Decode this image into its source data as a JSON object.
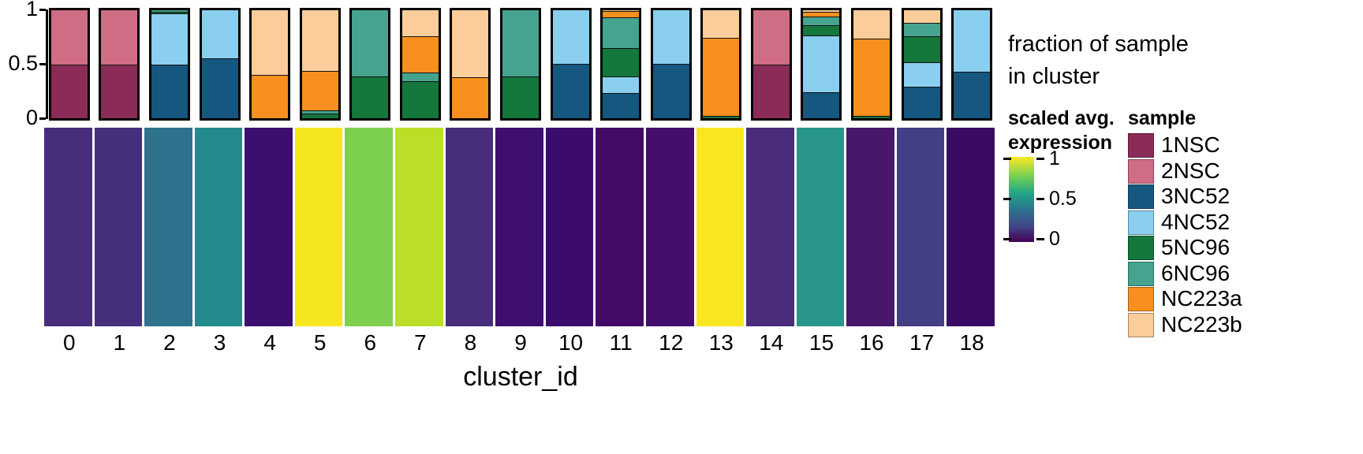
{
  "chart_data": {
    "type": "bar",
    "title": "",
    "subtitle": "",
    "xlabel": "cluster_id",
    "ylabel": "fraction of sample in cluster",
    "ylim": [
      0,
      1
    ],
    "grid": false,
    "legend_position": "right",
    "categories": [
      "0",
      "1",
      "2",
      "3",
      "4",
      "5",
      "6",
      "7",
      "8",
      "9",
      "10",
      "11",
      "12",
      "13",
      "14",
      "15",
      "16",
      "17",
      "18"
    ],
    "series": [
      {
        "name": "1NSC",
        "color": "#8B2C58",
        "values": [
          0.49,
          0.49,
          0.0,
          0.0,
          0.0,
          0.0,
          0.0,
          0.0,
          0.0,
          0.0,
          0.0,
          0.0,
          0.0,
          0.0,
          0.49,
          0.0,
          0.0,
          0.0,
          0.0
        ]
      },
      {
        "name": "2NSC",
        "color": "#CE6D84",
        "values": [
          0.51,
          0.51,
          0.0,
          0.0,
          0.0,
          0.0,
          0.0,
          0.0,
          0.0,
          0.0,
          0.0,
          0.0,
          0.0,
          0.0,
          0.51,
          0.0,
          0.0,
          0.0,
          0.0
        ]
      },
      {
        "name": "3NC52",
        "color": "#15577F",
        "values": [
          0.0,
          0.0,
          0.5,
          0.555,
          0.0,
          0.0,
          0.0,
          0.0,
          0.0,
          0.0,
          0.5,
          0.235,
          0.5,
          0.0,
          0.0,
          0.245,
          0.0,
          0.255,
          0.43
        ]
      },
      {
        "name": "4NC52",
        "color": "#8ACFEF",
        "values": [
          0.0,
          0.0,
          0.475,
          0.445,
          0.0,
          0.0,
          0.0,
          0.0,
          0.0,
          0.0,
          0.5,
          0.155,
          0.5,
          0.0,
          0.0,
          0.535,
          0.0,
          0.195,
          0.57
        ]
      },
      {
        "name": "5NC96",
        "color": "#14773C",
        "values": [
          0.0,
          0.0,
          0.008,
          0.0,
          0.0,
          0.035,
          0.375,
          0.345,
          0.0,
          0.385,
          0.0,
          0.26,
          0.0,
          0.015,
          0.0,
          0.095,
          0.015,
          0.205,
          0.0
        ]
      },
      {
        "name": "6NC96",
        "color": "#45A390",
        "values": [
          0.0,
          0.0,
          0.013,
          0.0,
          0.0,
          0.025,
          0.615,
          0.075,
          0.0,
          0.615,
          0.0,
          0.29,
          0.0,
          0.0,
          0.0,
          0.075,
          0.0,
          0.105,
          0.0
        ]
      },
      {
        "name": "NC223a",
        "color": "#F7901E",
        "values": [
          0.0,
          0.0,
          0.0,
          0.0,
          0.4,
          0.365,
          0.0,
          0.335,
          0.375,
          0.0,
          0.0,
          0.055,
          0.0,
          0.725,
          0.0,
          0.035,
          0.715,
          0.0,
          0.0
        ]
      },
      {
        "name": "NC223b",
        "color": "#FBCD9A",
        "values": [
          0.0,
          0.0,
          0.0,
          0.0,
          0.6,
          0.575,
          0.0,
          0.245,
          0.625,
          0.0,
          0.0,
          0.005,
          0.0,
          0.26,
          0.0,
          0.015,
          0.27,
          0.105,
          0.0
        ]
      }
    ],
    "heatmap": {
      "name": "scaled avg. expression",
      "vmin": 0,
      "vmax": 1,
      "colormap": "viridis",
      "values": [
        0.33,
        0.34,
        0.56,
        0.62,
        0.2,
        1.0,
        0.88,
        0.93,
        0.33,
        0.24,
        0.17,
        0.22,
        0.22,
        1.0,
        0.33,
        0.6,
        0.18,
        0.3,
        0.13
      ],
      "colors": [
        "#472D7B",
        "#462F7C",
        "#2F728E",
        "#238A8D",
        "#3B0F70",
        "#F6E620",
        "#7DD04F",
        "#BBDF27",
        "#472D7B",
        "#3E0F6E",
        "#3B0B6E",
        "#440A68",
        "#440D6E",
        "#F8E621",
        "#4A2C7D",
        "#28968B",
        "#48166B",
        "#423F84",
        "#390963"
      ]
    },
    "y_ticks": [
      "0",
      "0.5",
      "1"
    ]
  },
  "axes": {
    "y_ticks": [
      "1",
      "0.5",
      "0"
    ],
    "x_title": "cluster_id",
    "x_ticks": [
      "0",
      "1",
      "2",
      "3",
      "4",
      "5",
      "6",
      "7",
      "8",
      "9",
      "10",
      "11",
      "12",
      "13",
      "14",
      "15",
      "16",
      "17",
      "18"
    ]
  },
  "legends": {
    "fraction": {
      "line1": "fraction of sample",
      "line2": "in cluster"
    },
    "colorbar": {
      "title_line1": "scaled avg.",
      "title_line2": "expression",
      "ticks": [
        "1",
        "0.5",
        "0"
      ]
    },
    "sample": {
      "title": "sample",
      "items": [
        {
          "label": "1NSC",
          "color": "#8B2C58"
        },
        {
          "label": "2NSC",
          "color": "#CE6D84"
        },
        {
          "label": "3NC52",
          "color": "#15577F"
        },
        {
          "label": "4NC52",
          "color": "#8ACFEF"
        },
        {
          "label": "5NC96",
          "color": "#14773C"
        },
        {
          "label": "6NC96",
          "color": "#45A390"
        },
        {
          "label": "NC223a",
          "color": "#F7901E"
        },
        {
          "label": "NC223b",
          "color": "#FBCD9A"
        }
      ]
    }
  }
}
